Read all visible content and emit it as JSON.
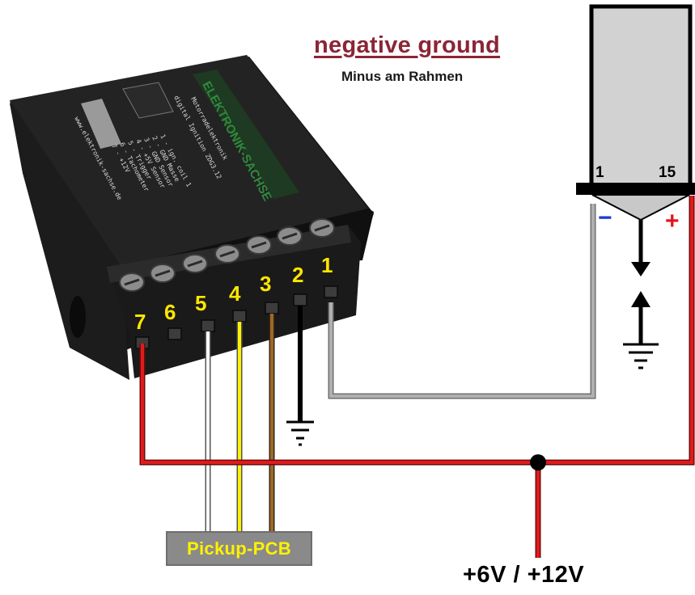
{
  "title": "negative ground",
  "subtitle": "Minus am Rahmen",
  "supply_label": "+6V / +12V",
  "pickup_label": "Pickup-PCB",
  "terminals": [
    "7",
    "6",
    "5",
    "4",
    "3",
    "2",
    "1"
  ],
  "coil": {
    "terminal_left": "1",
    "terminal_right": "15",
    "minus_sign": "−",
    "plus_sign": "+"
  },
  "module": {
    "brand": "ELEKTRONIK-SACHSE",
    "product_line": "Motorradelektronik",
    "model": "digital Ignition ZDG3.12",
    "website": "www.elektronik-sachse.de",
    "pin_legend": [
      "1 - ign. coil 1",
      "2 - GND Masse",
      "3 - GND Sensor",
      "4 - +5V Sensor",
      "5 - Trigger",
      "6 - Tachometer",
      "7 - +12V"
    ]
  },
  "colors": {
    "title": "#8b2535",
    "terminal_numbers": "#ffe600",
    "wire_supply": "#e11b1b",
    "wire_coil": "#9a9a9a",
    "wire_ground": "#000000",
    "wire_pickup_white": "#ffffff",
    "wire_pickup_yellow": "#fff200",
    "wire_pickup_brown": "#8b5a1e",
    "pickup_box": "#8a8a8a",
    "polarity_minus": "#1b3bd1",
    "polarity_plus": "#e4141b"
  }
}
